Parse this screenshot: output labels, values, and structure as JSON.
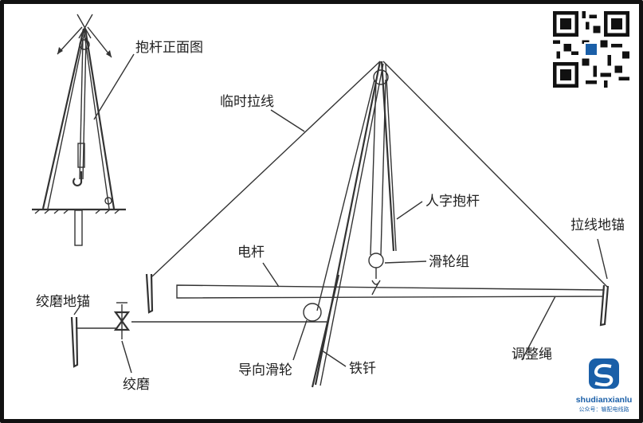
{
  "labels": {
    "front_view": "抱杆正面图",
    "temp_guy": "临时拉线",
    "a_frame": "人字抱杆",
    "guy_anchor": "拉线地锚",
    "pole": "电杆",
    "pulley_block": "滑轮组",
    "winch_anchor": "绞磨地锚",
    "guide_pulley": "导向滑轮",
    "iron_stake": "铁钎",
    "adjust_rope": "调整绳",
    "winch": "绞磨"
  },
  "watermark": {
    "name": "shudianxianlu",
    "subtitle": "公众号：输配电线路",
    "color": "#1a5fa8"
  },
  "qr_icon": "qr-code-icon",
  "brand_icon": "logo-icon"
}
